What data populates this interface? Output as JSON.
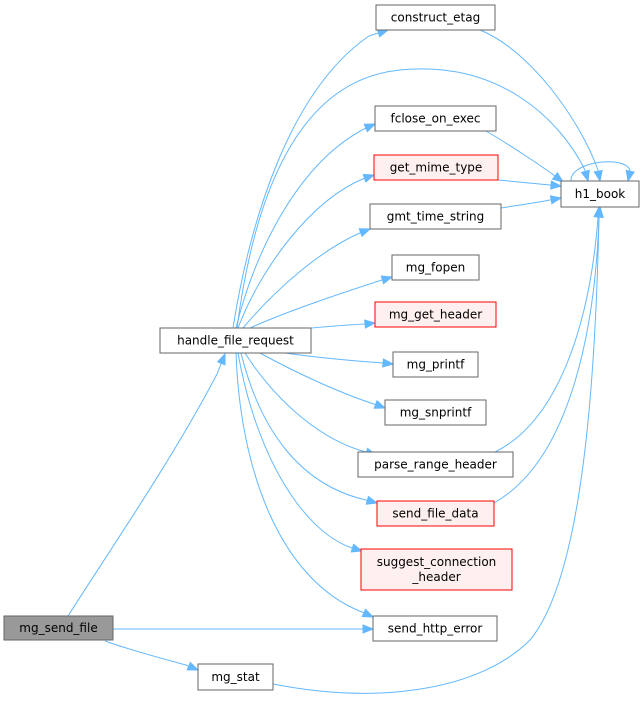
{
  "colors": {
    "edge": "#63b8ff",
    "normal_fill": "#ffffff",
    "normal_stroke": "#666666",
    "highlight_fill": "#fff0f0",
    "highlight_stroke": "#ff0000",
    "root_fill": "#999999",
    "root_stroke": "#666666"
  },
  "nodes": {
    "mg_send_file": {
      "lines": [
        "mg_send_file"
      ],
      "style": "root"
    },
    "handle_file_request": {
      "lines": [
        "handle_file_request"
      ],
      "style": "normal"
    },
    "construct_etag": {
      "lines": [
        "construct_etag"
      ],
      "style": "normal"
    },
    "fclose_on_exec": {
      "lines": [
        "fclose_on_exec"
      ],
      "style": "normal"
    },
    "get_mime_type": {
      "lines": [
        "get_mime_type"
      ],
      "style": "highlight"
    },
    "gmt_time_string": {
      "lines": [
        "gmt_time_string"
      ],
      "style": "normal"
    },
    "mg_fopen": {
      "lines": [
        "mg_fopen"
      ],
      "style": "normal"
    },
    "mg_get_header": {
      "lines": [
        "mg_get_header"
      ],
      "style": "highlight"
    },
    "mg_printf": {
      "lines": [
        "mg_printf"
      ],
      "style": "normal"
    },
    "mg_snprintf": {
      "lines": [
        "mg_snprintf"
      ],
      "style": "normal"
    },
    "parse_range_header": {
      "lines": [
        "parse_range_header"
      ],
      "style": "normal"
    },
    "send_file_data": {
      "lines": [
        "send_file_data"
      ],
      "style": "highlight"
    },
    "suggest_connection_header": {
      "lines": [
        "suggest_connection",
        "_header"
      ],
      "style": "highlight"
    },
    "send_http_error": {
      "lines": [
        "send_http_error"
      ],
      "style": "normal"
    },
    "h1_book": {
      "lines": [
        "h1_book"
      ],
      "style": "normal"
    },
    "mg_stat": {
      "lines": [
        "mg_stat"
      ],
      "style": "normal"
    }
  },
  "edges": [
    {
      "from": "mg_send_file",
      "to": "handle_file_request"
    },
    {
      "from": "mg_send_file",
      "to": "send_http_error"
    },
    {
      "from": "mg_send_file",
      "to": "mg_stat"
    },
    {
      "from": "handle_file_request",
      "to": "construct_etag"
    },
    {
      "from": "handle_file_request",
      "to": "h1_book"
    },
    {
      "from": "handle_file_request",
      "to": "fclose_on_exec"
    },
    {
      "from": "handle_file_request",
      "to": "get_mime_type"
    },
    {
      "from": "handle_file_request",
      "to": "gmt_time_string"
    },
    {
      "from": "handle_file_request",
      "to": "mg_fopen"
    },
    {
      "from": "handle_file_request",
      "to": "mg_get_header"
    },
    {
      "from": "handle_file_request",
      "to": "mg_printf"
    },
    {
      "from": "handle_file_request",
      "to": "mg_snprintf"
    },
    {
      "from": "handle_file_request",
      "to": "parse_range_header"
    },
    {
      "from": "handle_file_request",
      "to": "send_file_data"
    },
    {
      "from": "handle_file_request",
      "to": "suggest_connection_header"
    },
    {
      "from": "handle_file_request",
      "to": "send_http_error"
    },
    {
      "from": "construct_etag",
      "to": "h1_book"
    },
    {
      "from": "fclose_on_exec",
      "to": "h1_book"
    },
    {
      "from": "get_mime_type",
      "to": "h1_book"
    },
    {
      "from": "gmt_time_string",
      "to": "h1_book"
    },
    {
      "from": "parse_range_header",
      "to": "h1_book"
    },
    {
      "from": "send_file_data",
      "to": "h1_book"
    },
    {
      "from": "mg_stat",
      "to": "h1_book"
    },
    {
      "from": "h1_book",
      "to": "h1_book"
    }
  ]
}
